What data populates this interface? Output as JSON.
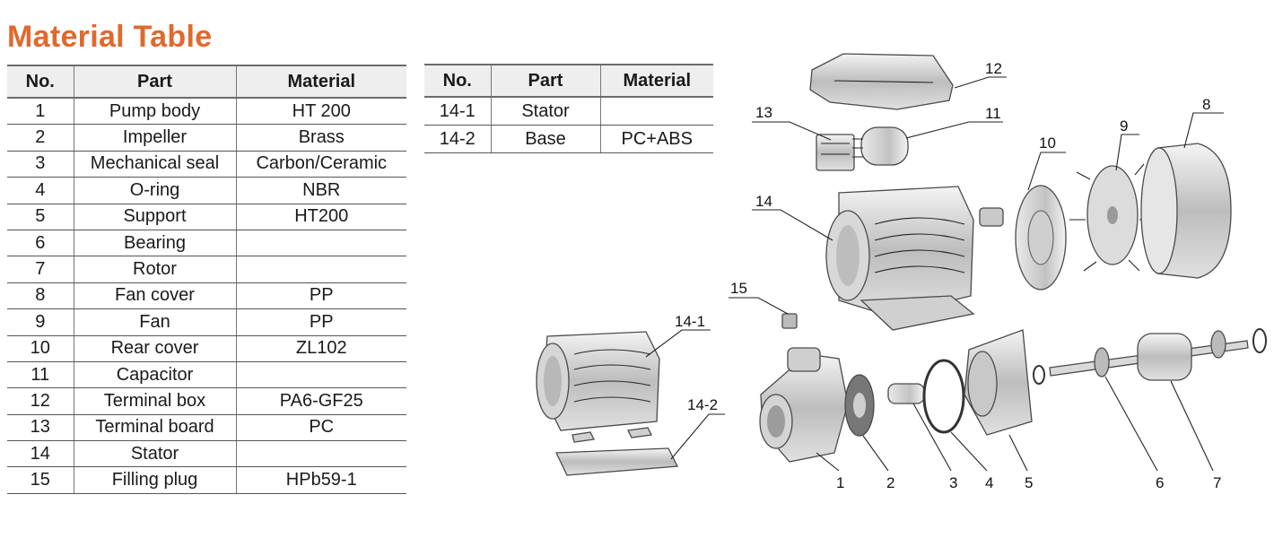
{
  "title": "Material Table",
  "headers": {
    "no": "No.",
    "part": "Part",
    "material": "Material"
  },
  "table_main": [
    {
      "no": "1",
      "part": "Pump body",
      "material": "HT 200"
    },
    {
      "no": "2",
      "part": "Impeller",
      "material": "Brass"
    },
    {
      "no": "3",
      "part": "Mechanical seal",
      "material": "Carbon/Ceramic"
    },
    {
      "no": "4",
      "part": "O-ring",
      "material": "NBR"
    },
    {
      "no": "5",
      "part": "Support",
      "material": "HT200"
    },
    {
      "no": "6",
      "part": "Bearing",
      "material": ""
    },
    {
      "no": "7",
      "part": "Rotor",
      "material": ""
    },
    {
      "no": "8",
      "part": "Fan cover",
      "material": "PP"
    },
    {
      "no": "9",
      "part": "Fan",
      "material": "PP"
    },
    {
      "no": "10",
      "part": "Rear cover",
      "material": "ZL102"
    },
    {
      "no": "11",
      "part": "Capacitor",
      "material": ""
    },
    {
      "no": "12",
      "part": "Terminal box",
      "material": "PA6-GF25"
    },
    {
      "no": "13",
      "part": "Terminal board",
      "material": "PC"
    },
    {
      "no": "14",
      "part": "Stator",
      "material": ""
    },
    {
      "no": "15",
      "part": "Filling plug",
      "material": "HPb59-1"
    }
  ],
  "table_sub": [
    {
      "no": "14-1",
      "part": "Stator",
      "material": ""
    },
    {
      "no": "14-2",
      "part": "Base",
      "material": "PC+ABS"
    }
  ],
  "callouts": {
    "c1": "1",
    "c2": "2",
    "c3": "3",
    "c4": "4",
    "c5": "5",
    "c6": "6",
    "c7": "7",
    "c8": "8",
    "c9": "9",
    "c10": "10",
    "c11": "11",
    "c12": "12",
    "c13": "13",
    "c14": "14",
    "c15": "15",
    "c14_1": "14-1",
    "c14_2": "14-2"
  },
  "colors": {
    "title": "#e0692e",
    "header_bg": "#eeeeee"
  }
}
